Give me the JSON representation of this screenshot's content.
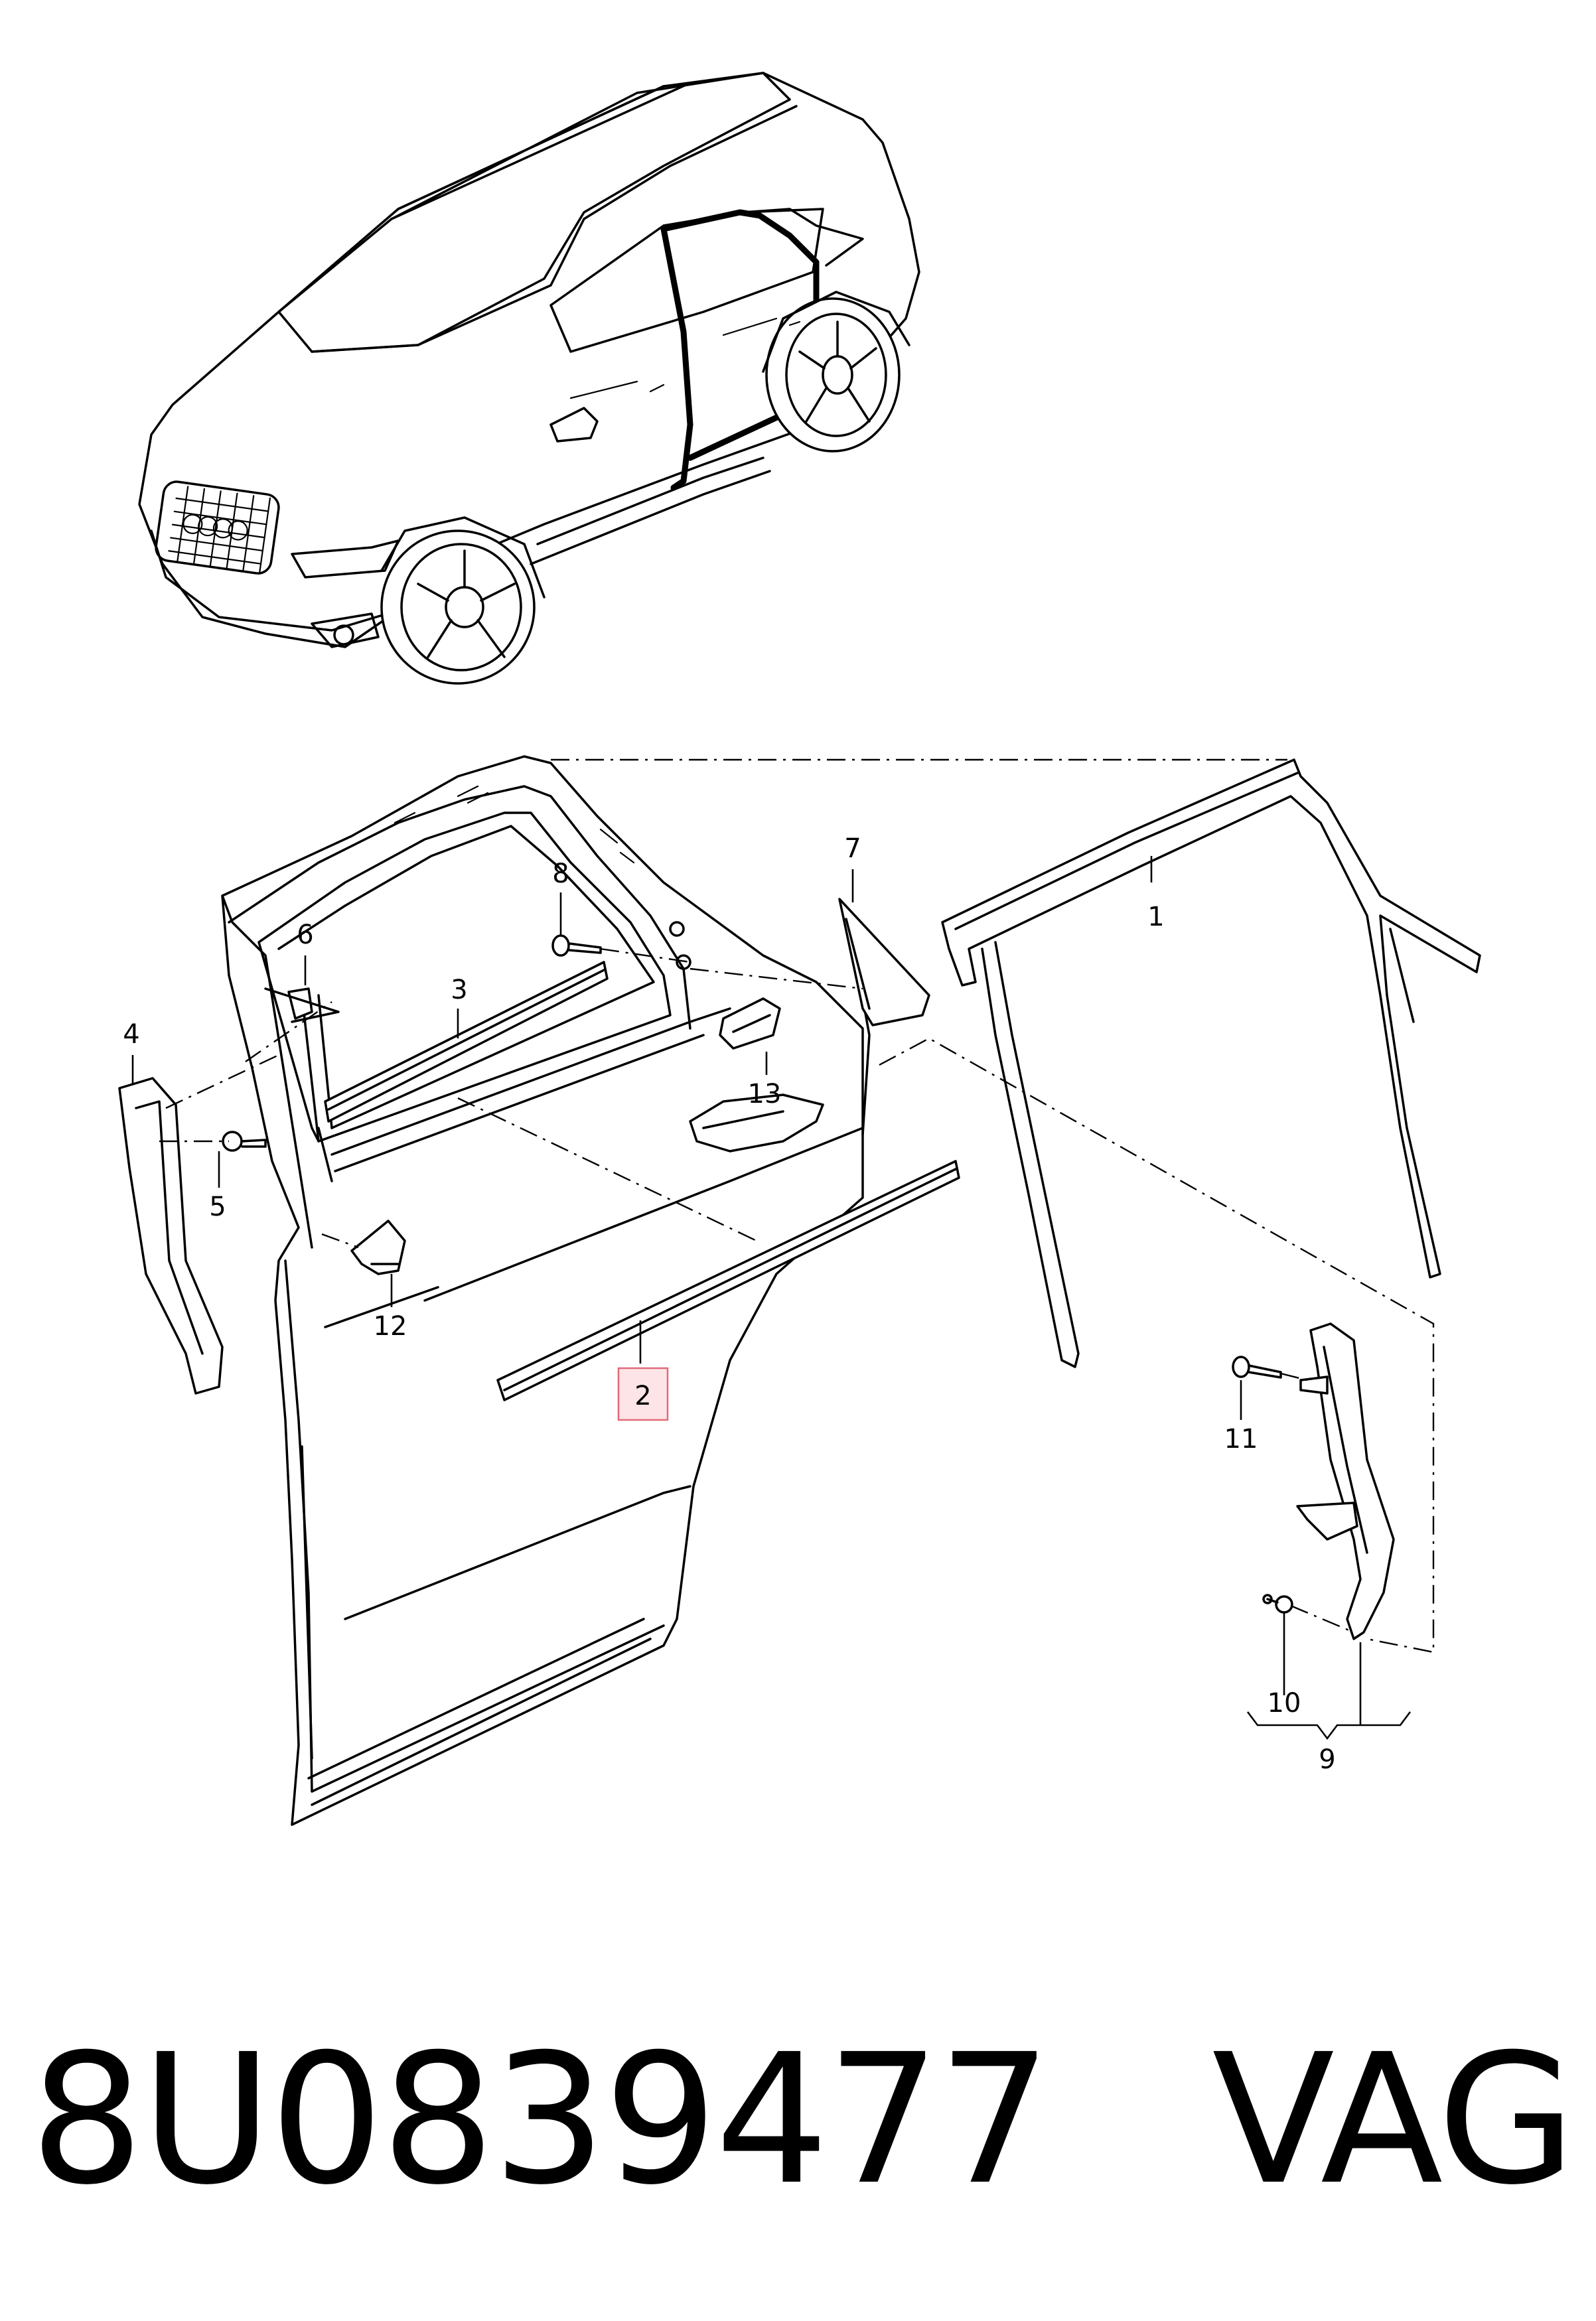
{
  "callouts": {
    "c1": "1",
    "c2": "2",
    "c3": "3",
    "c4": "4",
    "c5": "5",
    "c6": "6",
    "c7": "7",
    "c8": "8",
    "c9": "9",
    "c10": "10",
    "c11": "11",
    "c12": "12",
    "c13": "13"
  },
  "highlight": {
    "callout": "2",
    "fill": "#fde4e6",
    "stroke": "#e06a78"
  },
  "caption": {
    "part_number": "8U0839477",
    "brand": "VAG"
  }
}
